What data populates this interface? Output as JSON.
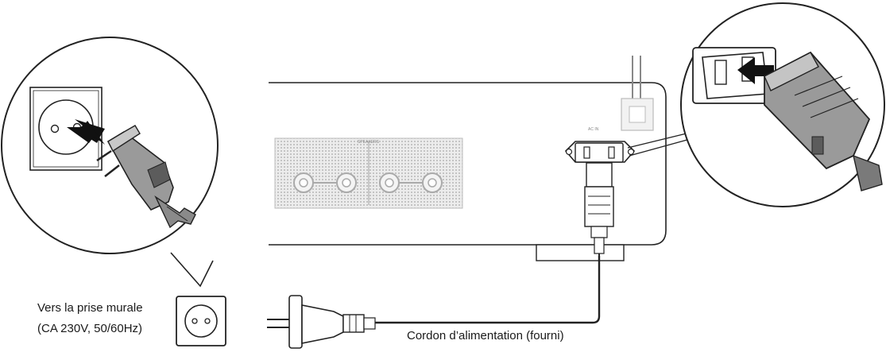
{
  "labels": {
    "outlet_line1": "Vers la prise murale",
    "outlet_line2": "(CA 230V, 50/60Hz)",
    "cord": "Cordon d’alimentation (fourni)"
  },
  "icons": [
    "wall-socket-icon",
    "europlug-icon",
    "iec-inlet-icon",
    "iec-connector-icon",
    "arrow-icon"
  ],
  "colors": {
    "line": "#222222",
    "panel_fill": "#e6e6e6",
    "plug_fill": "#9a9a9a",
    "plug_dark": "#5c5c5c"
  }
}
